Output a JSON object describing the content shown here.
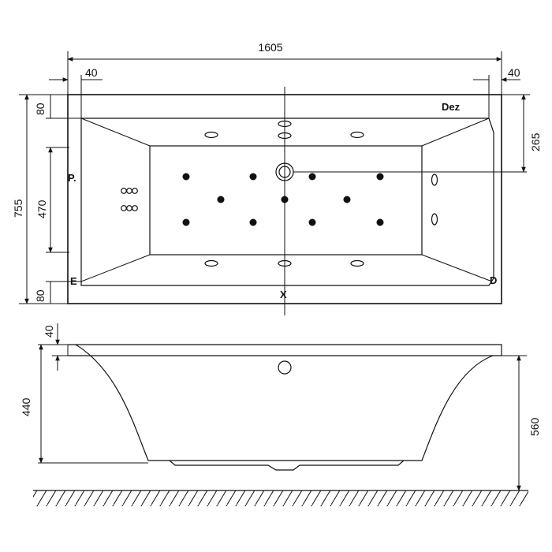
{
  "dimensions": {
    "overall_length": "1605",
    "left_offset": "40",
    "right_offset": "40",
    "overall_width": "755",
    "rim_top": "80",
    "rim_bottom": "80",
    "inner_width": "470",
    "drain_offset": "265",
    "lip_height": "40",
    "tub_height": "440",
    "total_height": "560"
  },
  "labels": {
    "dez": "Dez",
    "p": "P.",
    "e": "E",
    "d": "D",
    "x": "X"
  }
}
